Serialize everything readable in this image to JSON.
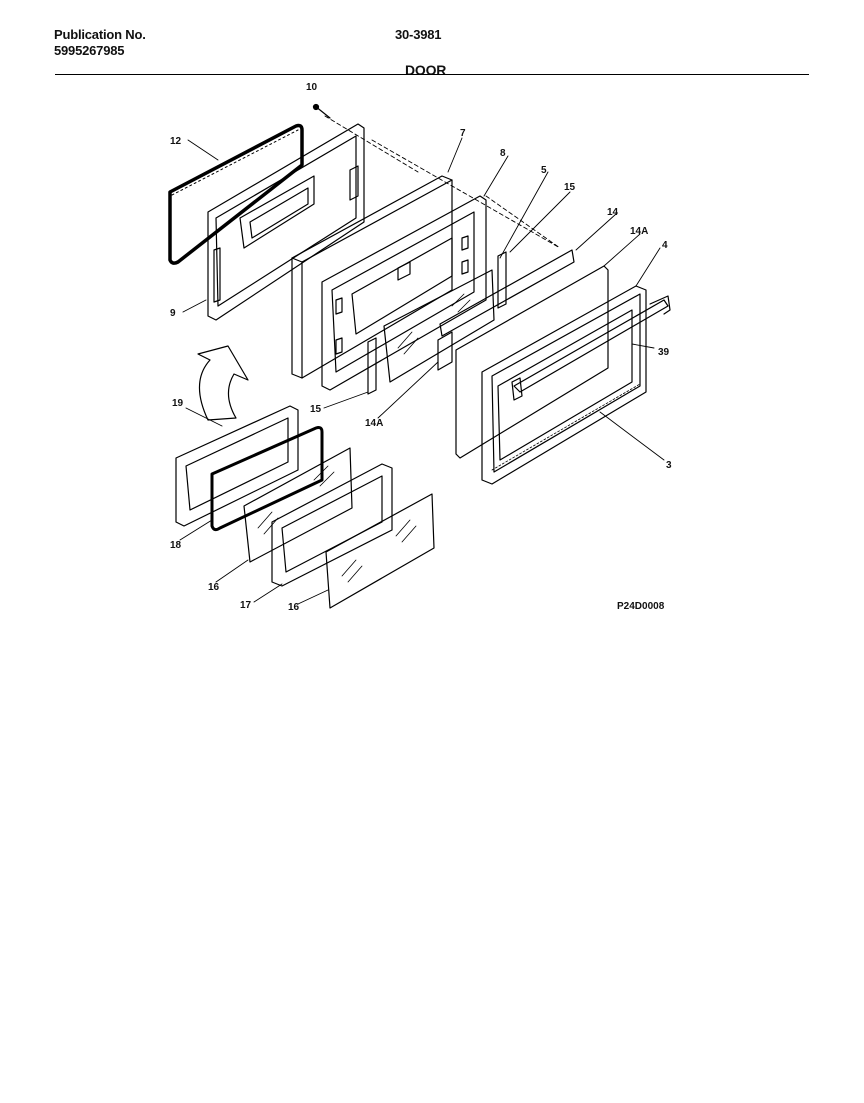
{
  "header": {
    "publication_label": "Publication No.",
    "publication_number": "5995267985",
    "document_code": "30-3981",
    "section_title": "DOOR"
  },
  "diagram": {
    "drawing_code": "P24D0008",
    "callouts": {
      "c10": "10",
      "c12": "12",
      "c9": "9",
      "c7": "7",
      "c8": "8",
      "c5": "5",
      "c15a": "15",
      "c14": "14",
      "c14a_top": "14A",
      "c4": "4",
      "c39": "39",
      "c3": "3",
      "c15b": "15",
      "c14a_bottom": "14A",
      "c19": "19",
      "c18": "18",
      "c16a": "16",
      "c17": "17",
      "c16b": "16"
    }
  }
}
